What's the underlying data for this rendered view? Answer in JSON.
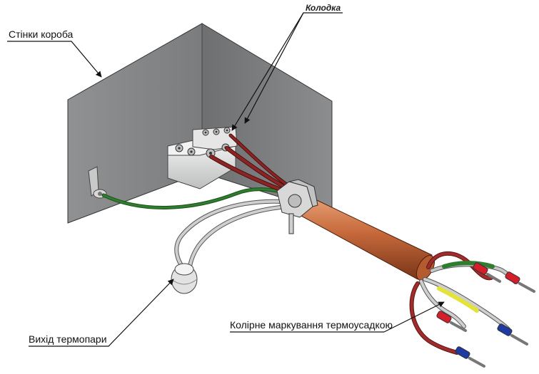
{
  "labels": {
    "box_walls": "Стінки короба",
    "terminal_block": "Колодка",
    "thermocouple_outlet": "Вихід термопари",
    "color_marking": "Колірне маркування термоусадкою"
  },
  "colors": {
    "wall": "#868789",
    "wall_dark": "#6f7072",
    "block": "#d7d8d8",
    "heater_tube": "#c76a3c",
    "wire_red": "#8c2424",
    "wire_green": "#2f7d2f",
    "wire_gray": "#bcbcbc",
    "sleeve_yellow": "#e3e33a",
    "sleeve_green": "#3fa23f",
    "lug_red": "#d41e2a",
    "lug_blue": "#1f3aa0"
  },
  "icons": [
    "terminal-block",
    "grommet",
    "cable-gland",
    "wire-lug"
  ]
}
